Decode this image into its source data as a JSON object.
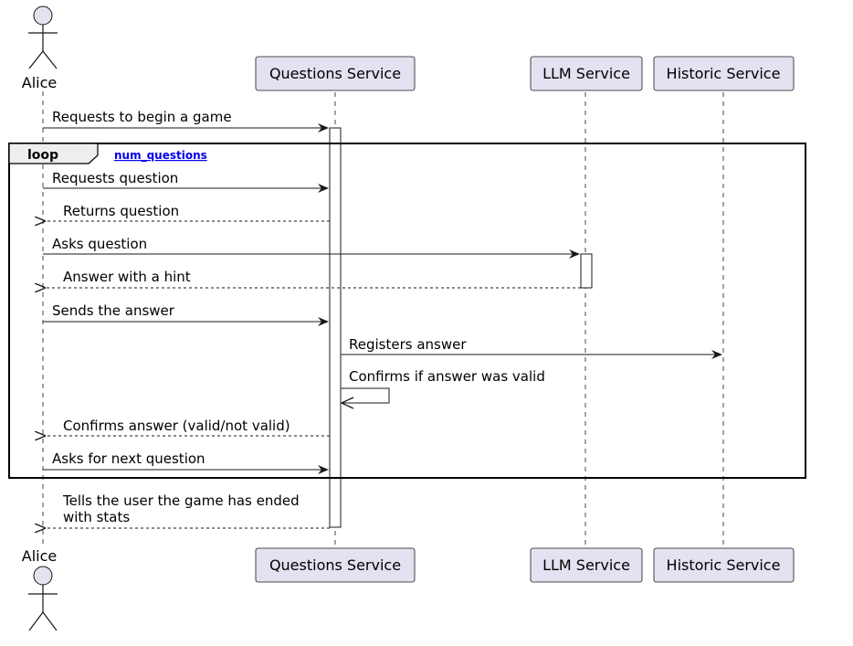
{
  "participants": {
    "alice": "Alice",
    "questions": "Questions Service",
    "llm": "LLM Service",
    "historic": "Historic Service"
  },
  "loop": {
    "label": "loop",
    "condition": "num_questions"
  },
  "messages": {
    "m1": "Requests to begin a game",
    "m2": "Requests question",
    "m3": "Returns question",
    "m4": "Asks question",
    "m5": "Answer with a hint",
    "m6": "Sends the answer",
    "m7": "Registers answer",
    "m8": "Confirms if answer was valid",
    "m9": "Confirms answer (valid/not valid)",
    "m10": "Asks for next question",
    "m11_line1": "Tells the user the game has ended",
    "m11_line2": "with stats"
  },
  "colors": {
    "participant_fill": "#e2e2f0",
    "stroke": "#181818",
    "link": "#0000ee"
  }
}
